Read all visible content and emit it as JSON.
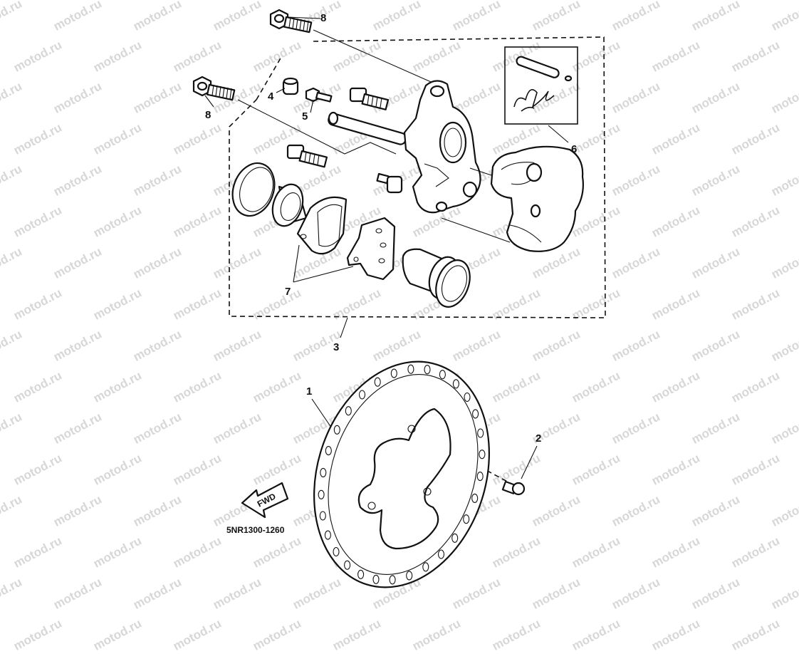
{
  "watermark": {
    "text": "motod.ru"
  },
  "callouts": {
    "c1": "1",
    "c2": "2",
    "c3": "3",
    "c4": "4",
    "c5": "5",
    "c6": "6",
    "c7": "7",
    "c8_top": "8",
    "c8_left": "8"
  },
  "fwd_badge": "FWD",
  "drawing_code": "5NR1300-1260"
}
